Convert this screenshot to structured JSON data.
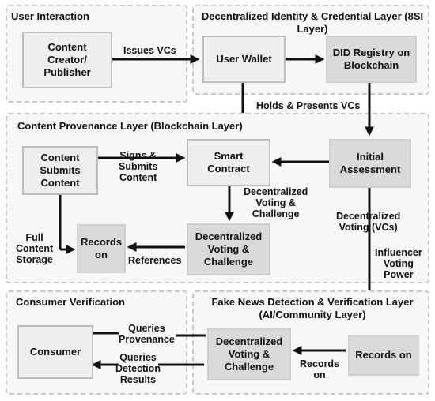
{
  "regions": {
    "user_interaction": "User Interaction",
    "identity_layer": "Decentralized Identity & Credential Layer (8SI\nLayer)",
    "provenance_layer": "Content Provenance Layer (Blockchain Layer)",
    "consumer_verification": "Consumer Verification",
    "detection_layer": "Fake News Detection & Verification Layer\n(AI/Community Layer)"
  },
  "nodes": {
    "content_creator": "Content\nCreator/\nPublisher",
    "user_wallet": "User Wallet",
    "did_registry": "DID Registry on\nBlockchain",
    "content_submits": "Content\nSubmits\nContent",
    "smart_contract": "Smart\nContract",
    "initial_assessment": "Initial\nAssessment",
    "records_on_left": "Records\non",
    "decentralized_voting_mid": "Decentralized\nVoting &\nChallenge",
    "consumer": "Consumer",
    "decentralized_voting_bottom": "Decentralized\nVoting &\nChallenge",
    "records_on_right": "Records on"
  },
  "edges": {
    "issues_vcs": "Issues VCs",
    "holds_presents": "Holds & Presents VCs",
    "signs_submits": "Signs &\nSubmits\nContent",
    "decentralized_voting_challenge": "Decentralized\nVoting &\nChallenge",
    "decentralized_voting_vcs": "Decentralized\nVoting (VCs)",
    "full_content_storage": "Full\nContent\nStorage",
    "references": "References",
    "influencer_voting_power": "Influencer\nVoting\nPower",
    "queries_provenance": "Queries\nProvenance",
    "queries_detection": "Queries\nDetection\nResults",
    "records_on_edge": "Records\non"
  }
}
